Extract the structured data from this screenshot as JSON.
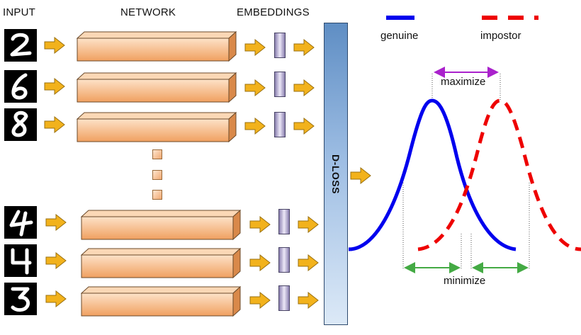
{
  "headers": {
    "input": "INPUT",
    "network": "NETWORK",
    "embeddings": "EMBEDDINGS"
  },
  "inputs": [
    {
      "digit": "2"
    },
    {
      "digit": "6"
    },
    {
      "digit": "8"
    },
    {
      "digit": "4"
    },
    {
      "digit": "4"
    },
    {
      "digit": "3"
    }
  ],
  "loss_block": {
    "label": "D-LOSS"
  },
  "legend": {
    "genuine": {
      "label": "genuine",
      "color": "#0000ee",
      "style": "solid"
    },
    "impostor": {
      "label": "impostor",
      "color": "#ee0000",
      "style": "dashed"
    }
  },
  "annotations": {
    "maximize": "maximize",
    "minimize": "minimize",
    "maximize_color": "#aa22cc",
    "minimize_color": "#44aa44"
  },
  "colors": {
    "arrow_fill": "#f2b21c",
    "arrow_stroke": "#9a7010",
    "network_light": "#fde2c8",
    "network_dark": "#f0a060"
  }
}
